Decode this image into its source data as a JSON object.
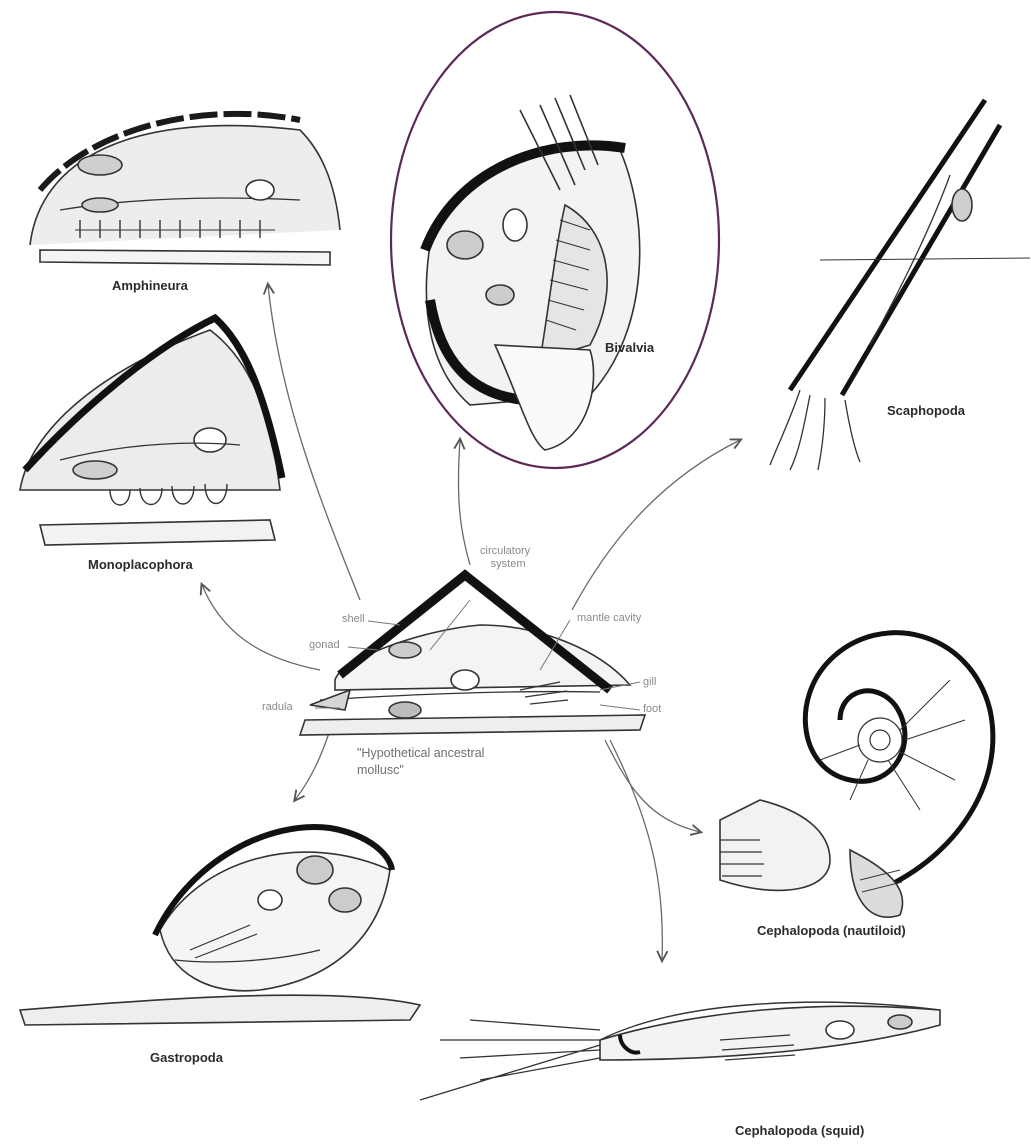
{
  "groups": {
    "amphineura": "Amphineura",
    "monoplacophora": "Monoplacophora",
    "bivalvia": "Bivalvia",
    "scaphopoda": "Scaphopoda",
    "gastropoda": "Gastropoda",
    "nautiloid": "Cephalopoda (nautiloid)",
    "squid": "Cephalopoda (squid)"
  },
  "ancestor": {
    "line1": "\"Hypothetical ancestral",
    "line2": "mollusc\"",
    "parts": {
      "circulatory_1": "circulatory",
      "circulatory_2": "system",
      "shell": "shell",
      "gonad": "gonad",
      "mantle_cavity": "mantle cavity",
      "gill": "gill",
      "radula": "radula",
      "foot": "foot"
    }
  },
  "highlight": {
    "color": "#5b2a57",
    "target": "Bivalvia"
  }
}
